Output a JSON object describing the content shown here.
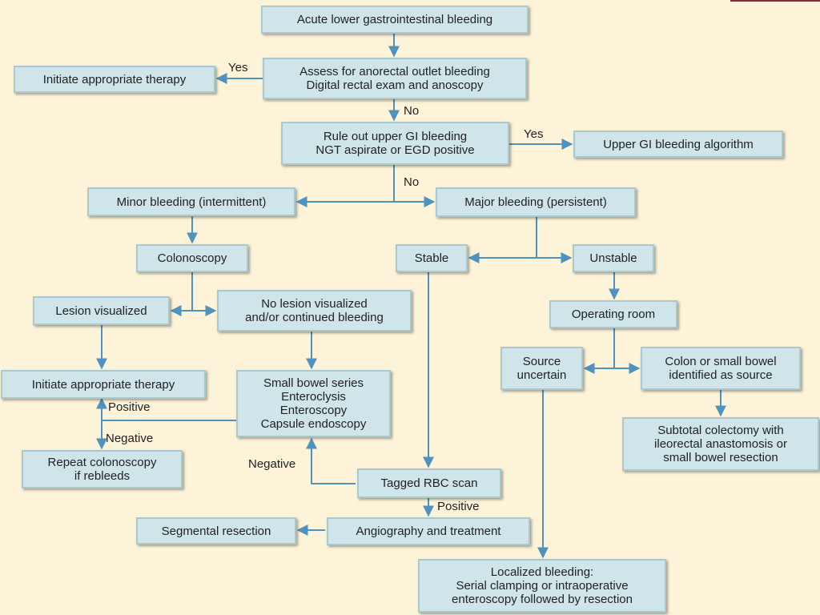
{
  "nodes": {
    "acute": [
      "Acute lower gastrointestinal bleeding"
    ],
    "assess": [
      "Assess for anorectal outlet bleeding",
      "Digital rectal exam and anoscopy"
    ],
    "initiate_top": [
      "Initiate appropriate therapy"
    ],
    "upper_rule": [
      "Rule out upper GI bleeding",
      "NGT aspirate or EGD positive"
    ],
    "upper_algo": [
      "Upper GI bleeding algorithm"
    ],
    "minor": [
      "Minor bleeding (intermittent)"
    ],
    "major": [
      "Major bleeding (persistent)"
    ],
    "colonoscopy": [
      "Colonoscopy"
    ],
    "stable": [
      "Stable"
    ],
    "unstable": [
      "Unstable"
    ],
    "lesion": [
      "Lesion visualized"
    ],
    "no_lesion": [
      "No lesion visualized",
      "and/or continued bleeding"
    ],
    "operating": [
      "Operating room"
    ],
    "source_uncertain": [
      "Source",
      "uncertain"
    ],
    "colon_identified": [
      "Colon or small bowel",
      "identified as source"
    ],
    "initiate_mid": [
      "Initiate appropriate therapy"
    ],
    "small_bowel": [
      "Small bowel series",
      "Enteroclysis",
      "Enteroscopy",
      "Capsule endoscopy"
    ],
    "subtotal": [
      "Subtotal colectomy with",
      "ileorectal anastomosis or",
      "small bowel resection"
    ],
    "repeat": [
      "Repeat colonoscopy",
      "if rebleeds"
    ],
    "tagged": [
      "Tagged RBC scan"
    ],
    "segmental": [
      "Segmental resection"
    ],
    "angiography": [
      "Angiography and treatment"
    ],
    "localized": [
      "Localized bleeding:",
      "Serial clamping or intraoperative",
      "enteroscopy followed by resection"
    ]
  },
  "labels": {
    "yes_assess": "Yes",
    "no_assess": "No",
    "yes_upper": "Yes",
    "no_upper": "No",
    "positive_left": "Positive",
    "negative_left": "Negative",
    "negative_tagged": "Negative",
    "positive_tagged": "Positive"
  },
  "colors": {
    "background": "#fcf3d8",
    "box_fill": "#cfe5e9",
    "box_border": "#a9c9d1",
    "connector": "#4f92c0"
  }
}
